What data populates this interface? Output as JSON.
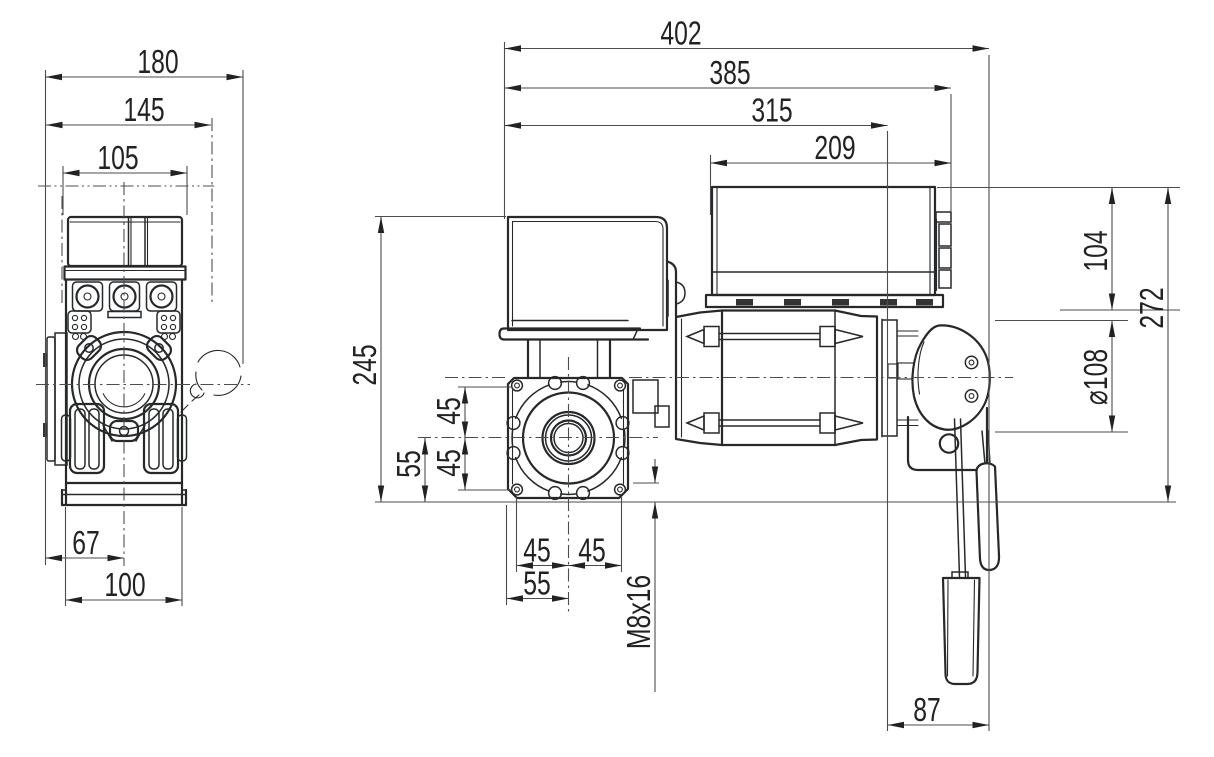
{
  "page": {
    "background": "#ffffff",
    "line_color": "#26282a"
  },
  "dims": {
    "front_total_width": "180",
    "front_flange_to_handwheel": "145",
    "front_body_width": "105",
    "front_base_left": "67",
    "front_base_width": "100",
    "side_total_length": "402",
    "side_to_bracket": "385",
    "side_to_motor_end": "315",
    "terminal_box_length": "209",
    "side_total_height": "245",
    "flange_hole_above_center": "45",
    "flange_hole_below_center": "45",
    "flange_center_to_base": "55",
    "flange_hole_left_of_center": "45",
    "flange_hole_right_of_center": "45",
    "flange_edge_to_center": "55",
    "mount_thread": "M8x16",
    "box_top_to_motor_top": "104",
    "handwheel_diameter": "⌀108",
    "center_height": "272",
    "handle_offset": "87"
  }
}
